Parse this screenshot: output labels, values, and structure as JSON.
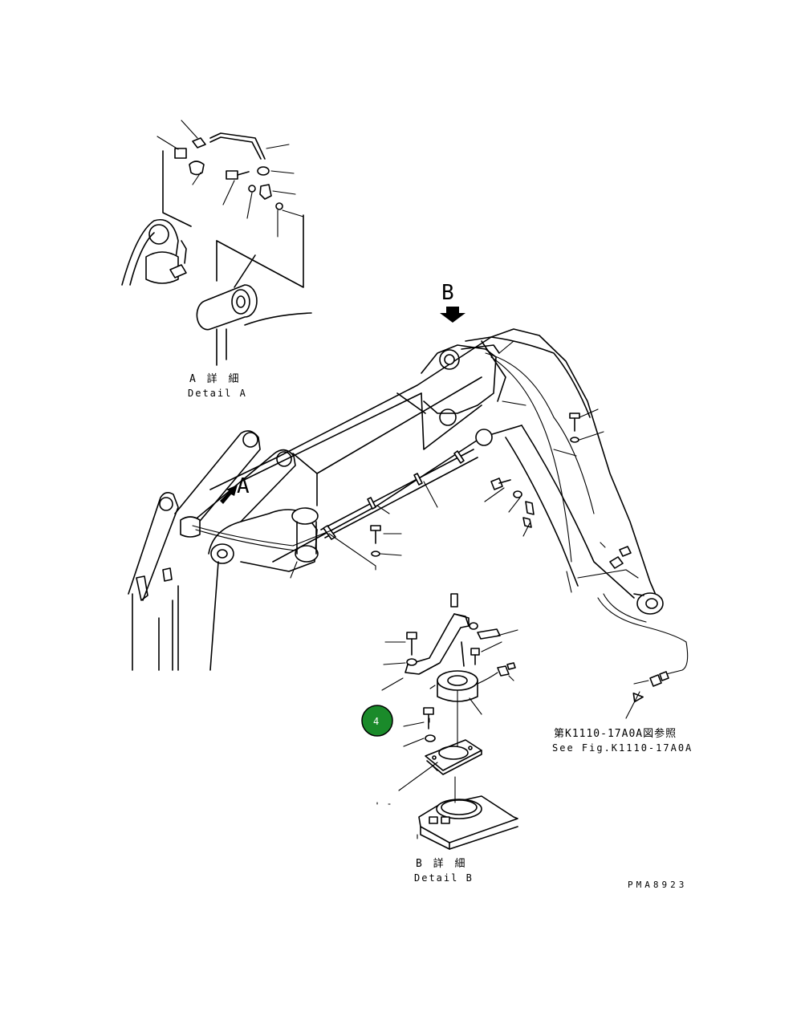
{
  "detail_a": {
    "caption_jp": "A 詳 細",
    "caption_en": "Detail A"
  },
  "detail_b": {
    "caption_jp": "B 詳 細",
    "caption_en": "Detail B"
  },
  "view_arrows": {
    "b": "B",
    "a": "A"
  },
  "reference": {
    "jp": "第K1110-17A0A図参照",
    "en": "See Fig.K1110-17A0A"
  },
  "drawing_number": "PMA8923",
  "callout": {
    "label": "4",
    "color": "#1a8a2a"
  }
}
